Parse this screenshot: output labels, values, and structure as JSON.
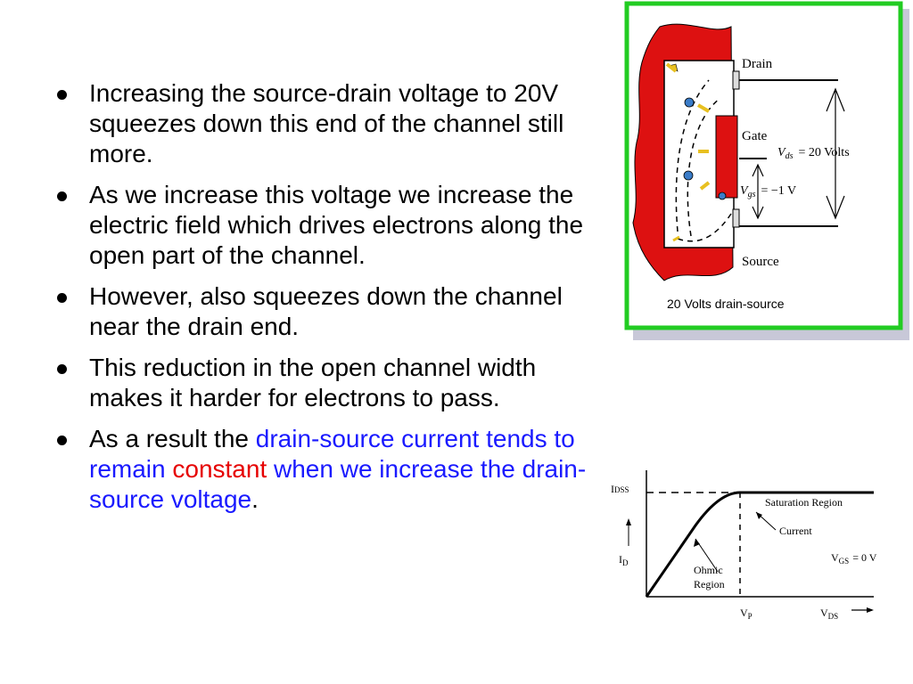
{
  "bullets": [
    {
      "text": "Increasing the source-drain voltage to 20V squeezes down this end of the channel still more."
    },
    {
      "text": "As we increase this voltage we increase the electric field which drives electrons along the open part of the channel."
    },
    {
      "text": "However, also squeezes down the channel near the drain end."
    },
    {
      "text": "This reduction in the open channel width makes it harder for electrons to pass."
    }
  ],
  "last_bullet": {
    "part1": "As a result the ",
    "part2": "drain-source current tends to remain ",
    "part3": "constant",
    "part4": " when we increase the drain-source voltage",
    "part5": "."
  },
  "figure1": {
    "drain": "Drain",
    "gate": "Gate",
    "source": "Source",
    "vds_symbol": "V",
    "vds_sub": "ds",
    "vds_value": "=  20  Volts",
    "vgs_symbol": "V",
    "vgs_sub": "gs",
    "vgs_value": "= −1 V",
    "caption": "20 Volts drain-source",
    "colors": {
      "border": "#22cc22",
      "body": "#dd1111",
      "gate": "#dd1111"
    }
  },
  "figure2": {
    "idss": "I",
    "idss_sub": "DSS",
    "id": "I",
    "id_sub": "D",
    "saturation": "Saturation Region",
    "current": "Current",
    "vgs": "V",
    "vgs_sub": "GS",
    "vgs_value": "= 0 V",
    "ohmic1": "Ohmic",
    "ohmic2": "Region",
    "vp": "V",
    "vp_sub": "P",
    "vds": "V",
    "vds_sub": "DS"
  }
}
